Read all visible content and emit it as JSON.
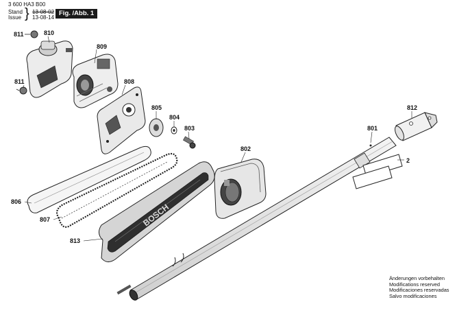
{
  "header": {
    "doc_number": "3 600 HA3 B00",
    "stand_label": "Stand",
    "issue_label": "Issue",
    "stand_date": "13-08-02",
    "issue_date": "13-08-14",
    "figure_badge": "Fig. /Abb. 1"
  },
  "part_labels": {
    "p811a": "811",
    "p810": "810",
    "p809": "809",
    "p811b": "811",
    "p808": "808",
    "p805": "805",
    "p804": "804",
    "p803": "803",
    "p802": "802",
    "p801": "801",
    "p812": "812",
    "p2": "2",
    "p806": "806",
    "p807": "807",
    "p813": "813"
  },
  "guide_cover_logo": "BOSCH",
  "notice": [
    "Änderungen vorbehalten",
    "Modifications reserved",
    "Modificaciones reservadas",
    "Salvo modificaciones"
  ]
}
